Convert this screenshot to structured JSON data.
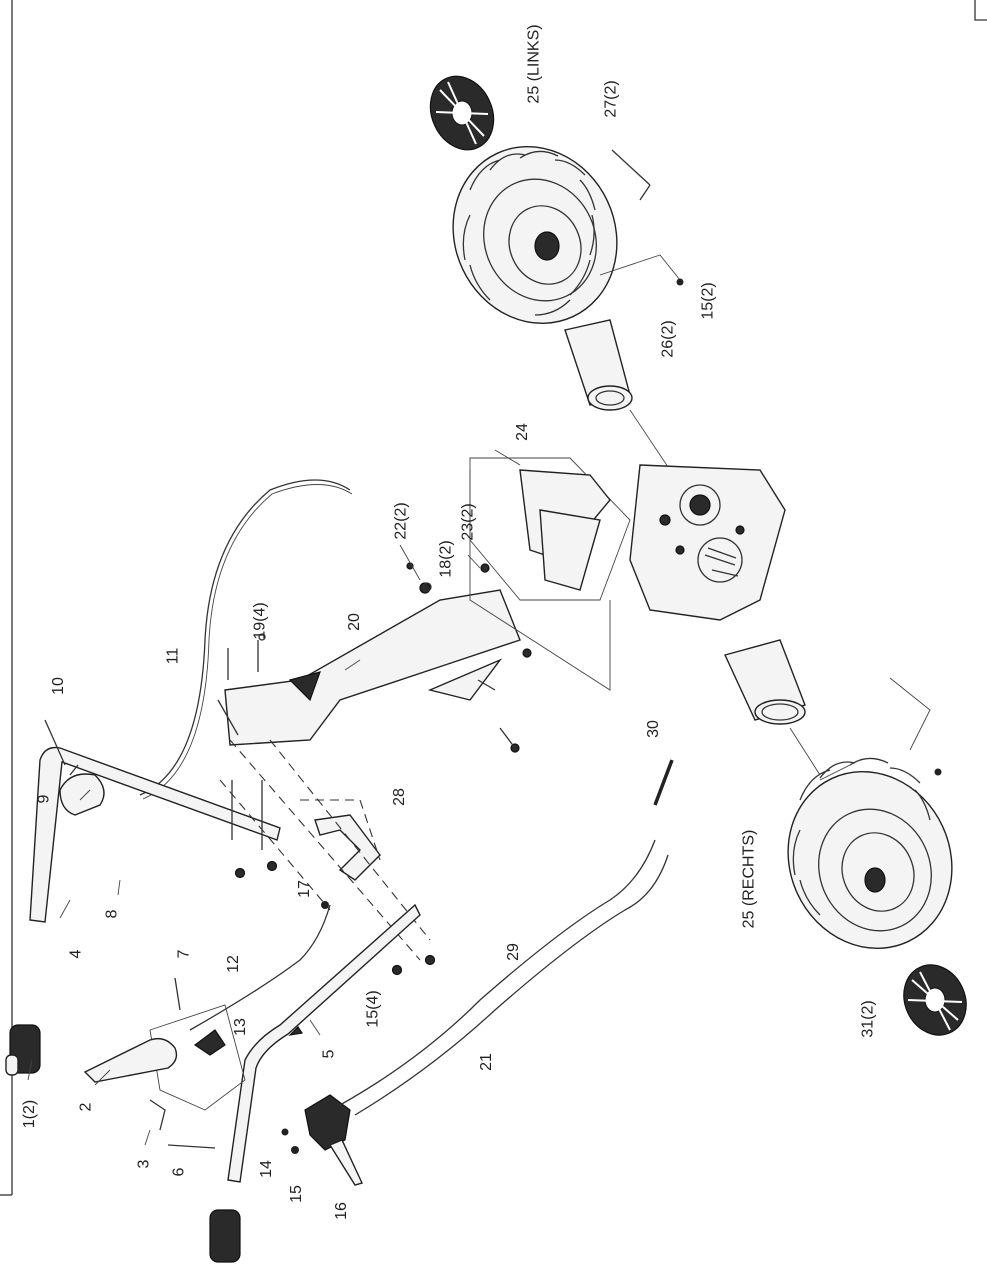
{
  "diagram": {
    "callouts": [
      {
        "id": "c1",
        "text": "1(2)"
      },
      {
        "id": "c2",
        "text": "2"
      },
      {
        "id": "c3",
        "text": "3"
      },
      {
        "id": "c4",
        "text": "4"
      },
      {
        "id": "c5",
        "text": "5"
      },
      {
        "id": "c6",
        "text": "6"
      },
      {
        "id": "c7",
        "text": "7"
      },
      {
        "id": "c8",
        "text": "8"
      },
      {
        "id": "c9",
        "text": "9"
      },
      {
        "id": "c10",
        "text": "10"
      },
      {
        "id": "c11",
        "text": "11"
      },
      {
        "id": "c12",
        "text": "12"
      },
      {
        "id": "c13",
        "text": "13"
      },
      {
        "id": "c14",
        "text": "14"
      },
      {
        "id": "c15",
        "text": "15"
      },
      {
        "id": "c15b",
        "text": "15(4)"
      },
      {
        "id": "c15c",
        "text": "15(2)"
      },
      {
        "id": "c16",
        "text": "16"
      },
      {
        "id": "c17",
        "text": "17"
      },
      {
        "id": "c18",
        "text": "18(2)"
      },
      {
        "id": "c19",
        "text": "19(4)"
      },
      {
        "id": "c20",
        "text": "20"
      },
      {
        "id": "c21",
        "text": "21"
      },
      {
        "id": "c22",
        "text": "22(2)"
      },
      {
        "id": "c23",
        "text": "23(2)"
      },
      {
        "id": "c24",
        "text": "24"
      },
      {
        "id": "c25l",
        "text": "25 (LINKS)"
      },
      {
        "id": "c25r",
        "text": "25 (RECHTS)"
      },
      {
        "id": "c26",
        "text": "26(2)"
      },
      {
        "id": "c27",
        "text": "27(2)"
      },
      {
        "id": "c28",
        "text": "28"
      },
      {
        "id": "c29",
        "text": "29"
      },
      {
        "id": "c30",
        "text": "30"
      },
      {
        "id": "c31",
        "text": "31(2)"
      }
    ]
  }
}
